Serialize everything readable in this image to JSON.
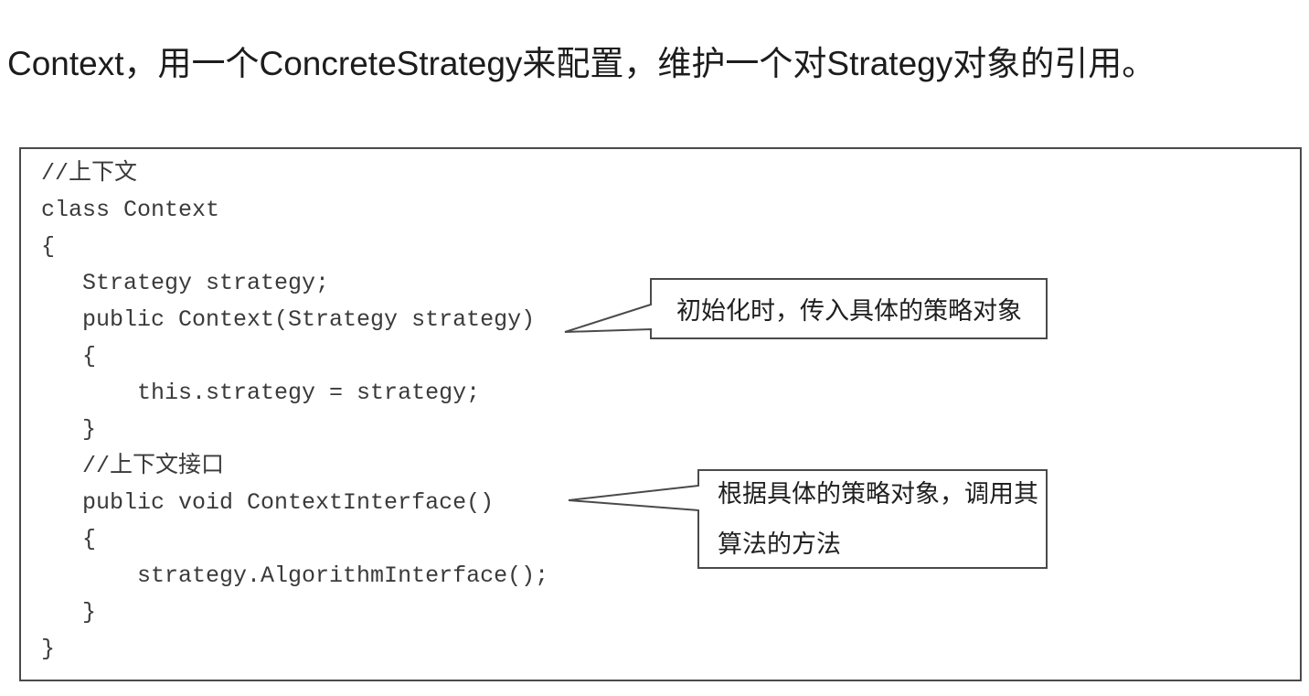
{
  "page": {
    "background": "#ffffff",
    "heading": "Context，用一个ConcreteStrategy来配置，维护一个对Strategy对象的引用。"
  },
  "code_box": {
    "border_color": "#4a4a4a",
    "lines": [
      "//上下文",
      "class Context",
      "{",
      "   Strategy strategy;",
      "   public Context(Strategy strategy)",
      "   {",
      "       this.strategy = strategy;",
      "   }",
      "   //上下文接口",
      "   public void ContextInterface()",
      "   {",
      "       strategy.AlgorithmInterface();",
      "   }",
      "}"
    ]
  },
  "callouts": [
    {
      "lines": [
        "初始化时，传入具体的策略对象"
      ]
    },
    {
      "lines": [
        "根据具体的策略对象，调用其",
        "算法的方法"
      ]
    }
  ],
  "colors": {
    "heading_text": "#1c1c1c",
    "code_text": "#3a3a3a",
    "border": "#4a4a4a",
    "callout_text": "#1f1f1f"
  }
}
